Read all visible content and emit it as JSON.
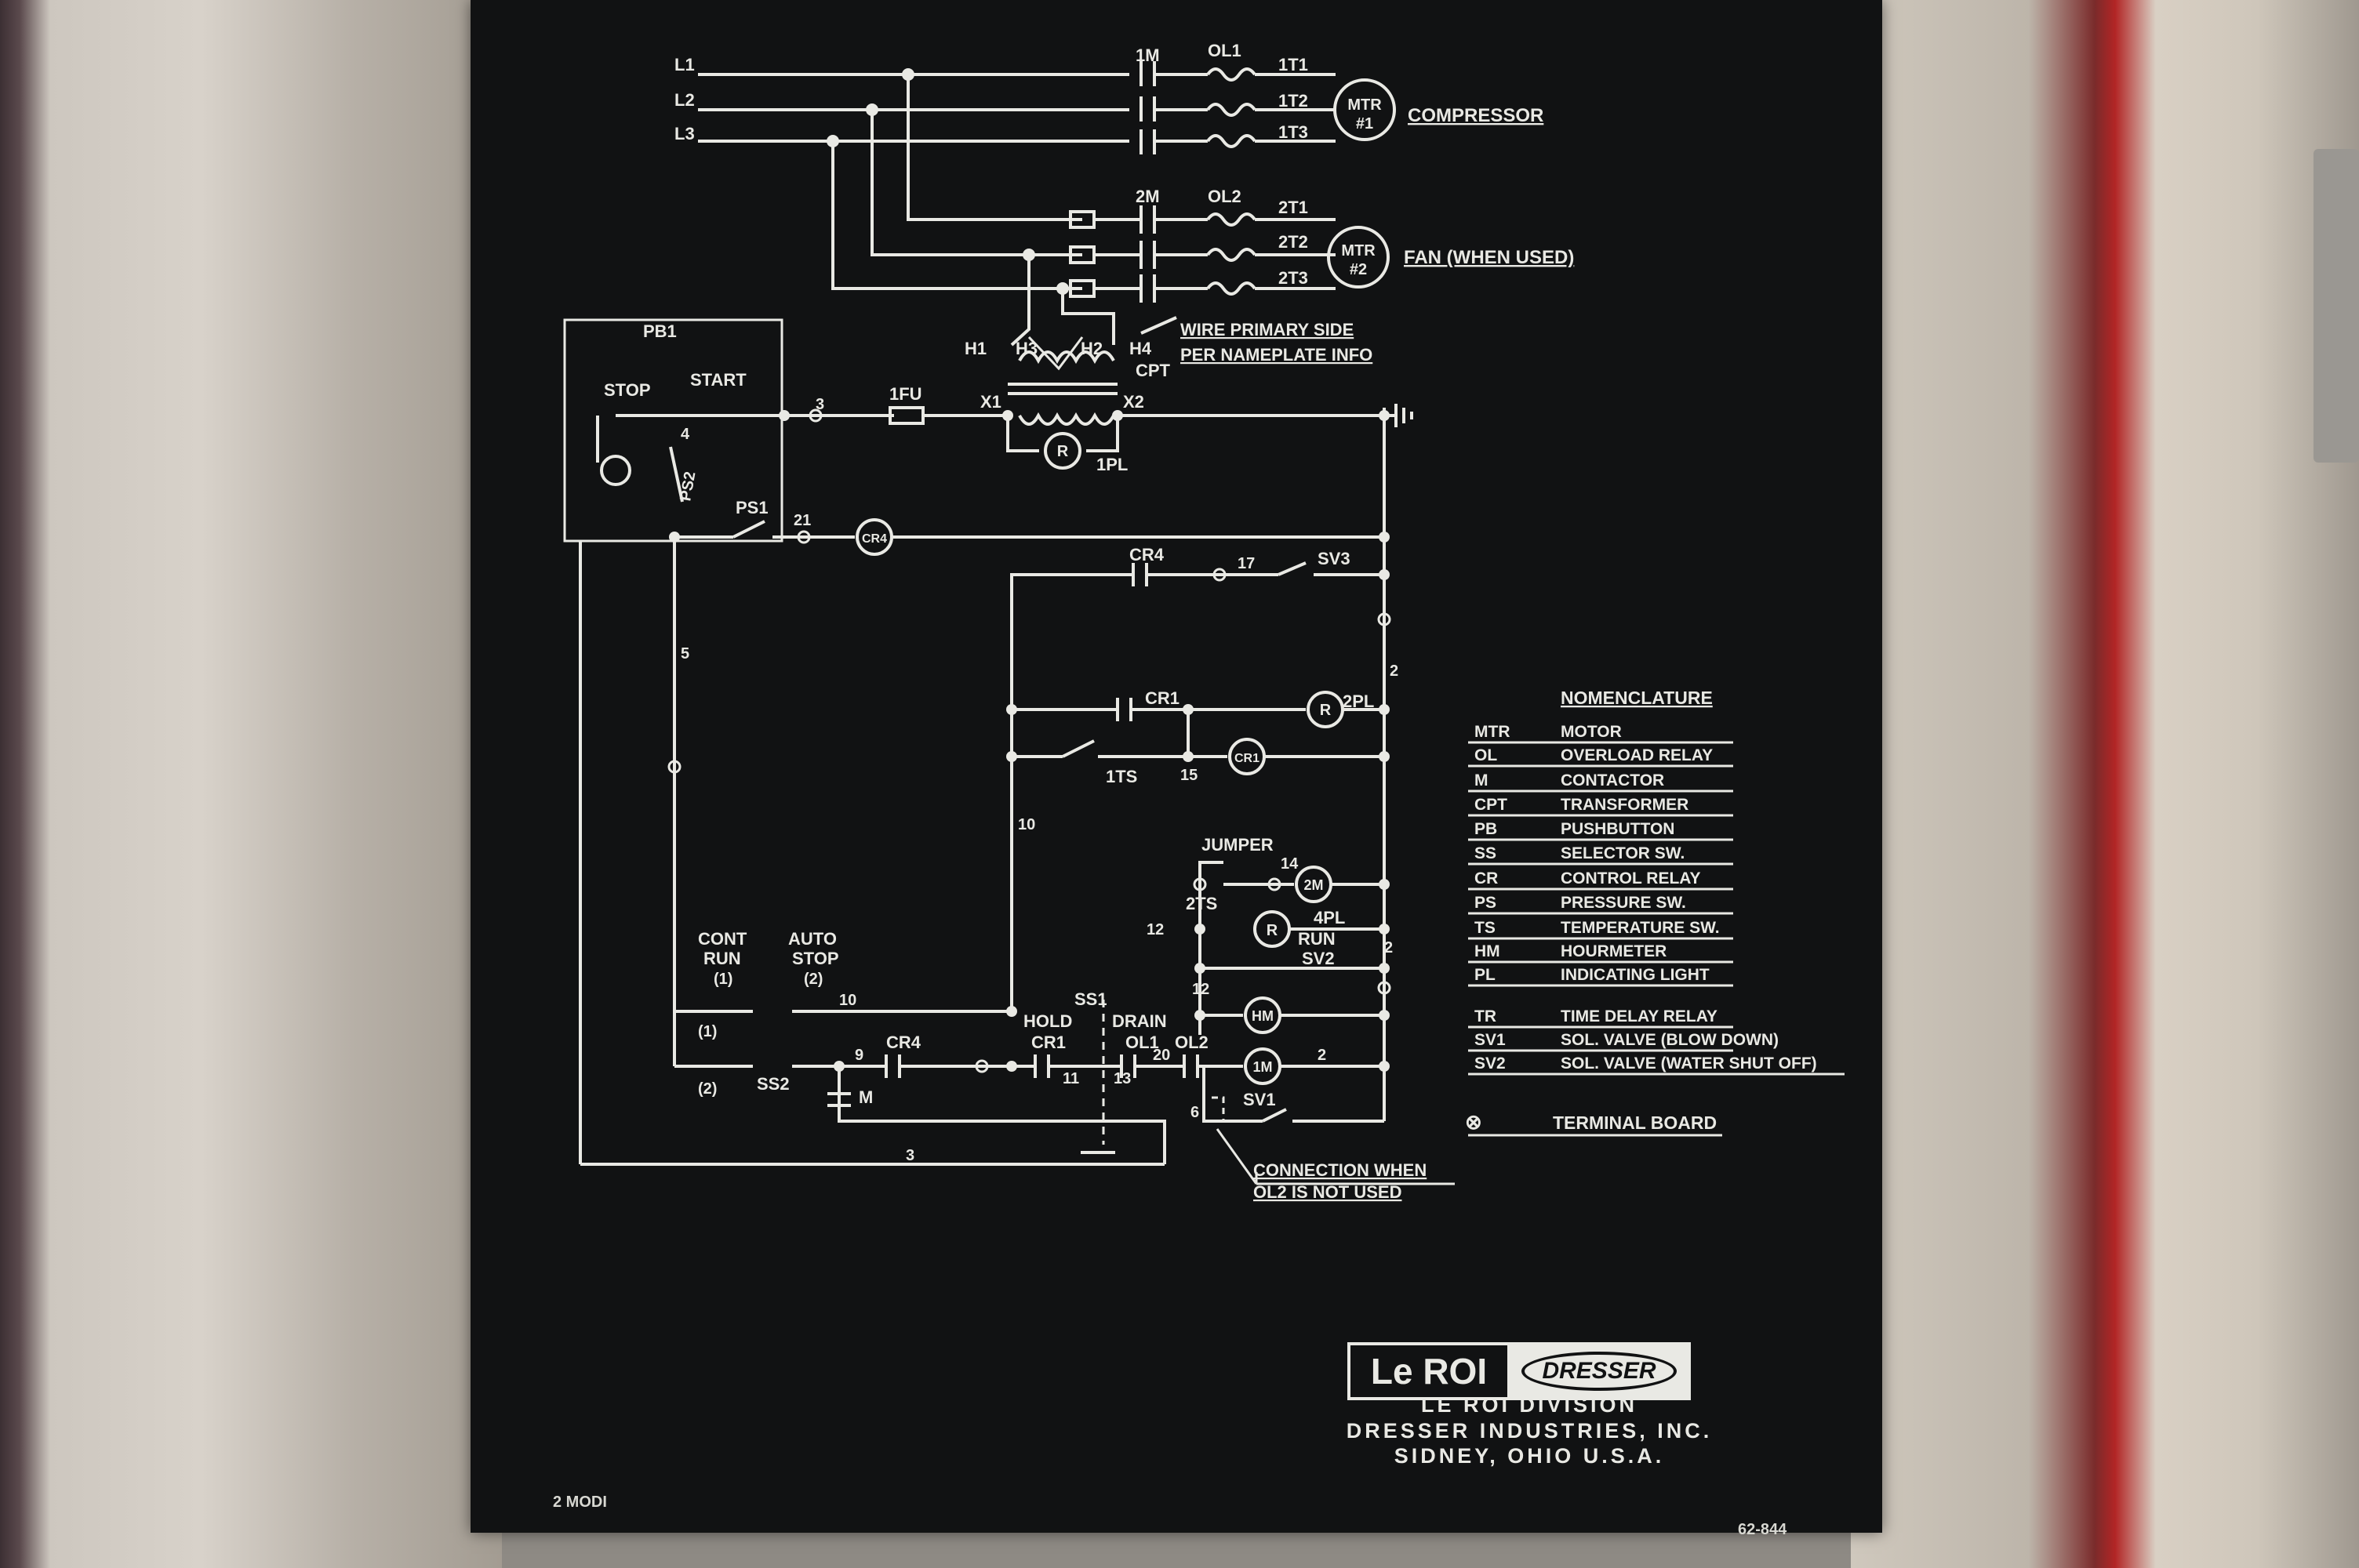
{
  "lines": [
    "L1",
    "L2",
    "L3"
  ],
  "compressor": {
    "contactor": "1M",
    "overload": "OL1",
    "terms": [
      "1T1",
      "1T2",
      "1T3"
    ],
    "motor_a": "MTR",
    "motor_b": "#1",
    "label": "COMPRESSOR"
  },
  "fan": {
    "contactor": "2M",
    "overload": "OL2",
    "terms": [
      "2T1",
      "2T2",
      "2T3"
    ],
    "motor_a": "MTR",
    "motor_b": "#2",
    "label": "FAN (WHEN USED)"
  },
  "transformer": {
    "h1": "H1",
    "h3": "H3",
    "h2": "H2",
    "h4": "H4",
    "cpt": "CPT",
    "x1": "X1",
    "x2": "X2",
    "note_1": "WIRE PRIMARY SIDE",
    "note_2": "PER NAMEPLATE INFO",
    "fuse": "1FU",
    "lamp": "1PL"
  },
  "control": {
    "pb1": "PB1",
    "stop": "STOP",
    "start": "START",
    "ps2": "PS2",
    "ps1": "PS1",
    "cr4_coil": "CR4",
    "cr4": "CR4",
    "sv3": "SV3",
    "cr1": "CR1",
    "cr1_coil": "CR1",
    "lamp2": "2PL",
    "ts1": "1TS",
    "jumper": "JUMPER",
    "ts2": "2TS",
    "m2": "2M",
    "lamp4": "4PL",
    "run": "RUN",
    "sv2": "SV2",
    "hm": "HM",
    "m1": "1M",
    "sv1": "SV1",
    "cont": "CONT",
    "run_lbl": "RUN",
    "one": "(1)",
    "auto": "AUTO",
    "stop_lbl": "STOP",
    "two": "(2)",
    "ss2": "SS2",
    "m": "M",
    "hold": "HOLD",
    "ss1": "SS1",
    "drain": "DRAIN",
    "cr1b": "CR1",
    "ol1": "OL1",
    "ol2": "OL2",
    "cr4b": "CR4",
    "conn_1": "CONNECTION WHEN",
    "conn_2": "OL2 IS NOT USED",
    "r": "R",
    "wire_numbers": {
      "n3": "3",
      "n4": "4",
      "n21": "21",
      "n5": "5",
      "n17": "17",
      "n2": "2",
      "n15": "15",
      "n10": "10",
      "n14": "14",
      "n12": "12",
      "n9": "9",
      "n11": "11",
      "n13": "13",
      "n20": "20",
      "n6": "6",
      "n3b": "3",
      "n10b": "10",
      "n12b": "12",
      "n2b": "2",
      "n2c": "2"
    }
  },
  "nomenclature": {
    "title": "NOMENCLATURE",
    "items": [
      {
        "code": "MTR",
        "desc": "MOTOR"
      },
      {
        "code": "OL",
        "desc": "OVERLOAD RELAY"
      },
      {
        "code": "M",
        "desc": "CONTACTOR"
      },
      {
        "code": "CPT",
        "desc": "TRANSFORMER"
      },
      {
        "code": "PB",
        "desc": "PUSHBUTTON"
      },
      {
        "code": "SS",
        "desc": "SELECTOR SW."
      },
      {
        "code": "CR",
        "desc": "CONTROL RELAY"
      },
      {
        "code": "PS",
        "desc": "PRESSURE SW."
      },
      {
        "code": "TS",
        "desc": "TEMPERATURE SW."
      },
      {
        "code": "HM",
        "desc": "HOURMETER"
      },
      {
        "code": "PL",
        "desc": "INDICATING LIGHT"
      },
      {
        "code": "TR",
        "desc": "TIME DELAY RELAY"
      },
      {
        "code": "SV1",
        "desc": "SOL. VALVE (BLOW DOWN)"
      },
      {
        "code": "SV2",
        "desc": "SOL. VALVE (WATER SHUT OFF)"
      }
    ],
    "terminal_symbol": "⊗",
    "terminal_label": "TERMINAL BOARD"
  },
  "logo": {
    "left": "Le ROI",
    "right": "DRESSER"
  },
  "footer": {
    "line1": "LE ROI DIVISION",
    "line2": "DRESSER INDUSTRIES, INC.",
    "line3": "SIDNEY, OHIO U.S.A."
  },
  "corner_left": "2 MODI",
  "corner_right": "62-844"
}
